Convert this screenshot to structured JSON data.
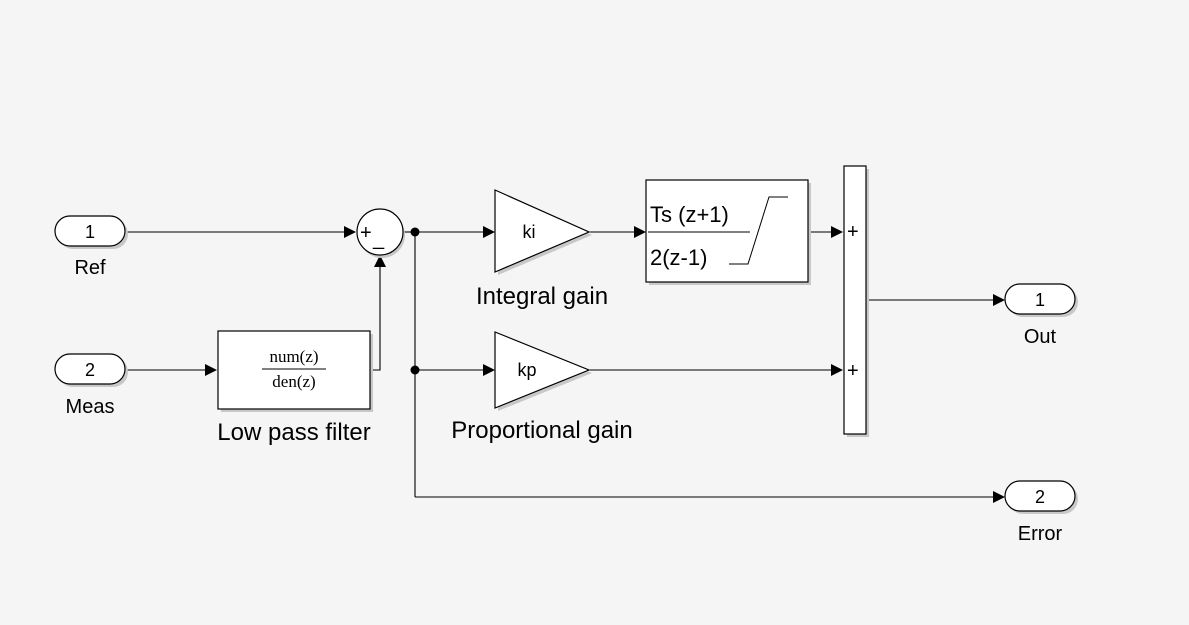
{
  "inports": [
    {
      "number": "1",
      "label": "Ref"
    },
    {
      "number": "2",
      "label": "Meas"
    }
  ],
  "outports": [
    {
      "number": "1",
      "label": "Out"
    },
    {
      "number": "2",
      "label": "Error"
    }
  ],
  "filter": {
    "numerator": "num(z)",
    "denominator": "den(z)",
    "label": "Low pass filter"
  },
  "sum_block": {
    "signs": [
      "+",
      "_"
    ]
  },
  "integral_gain": {
    "gain": "ki",
    "label": "Integral gain"
  },
  "proportional_gain": {
    "gain": "kp",
    "label": "Proportional gain"
  },
  "integrator": {
    "numerator": "Ts (z+1)",
    "denominator": "2(z-1)"
  },
  "output_sum": {
    "signs": [
      "+",
      "+"
    ]
  }
}
